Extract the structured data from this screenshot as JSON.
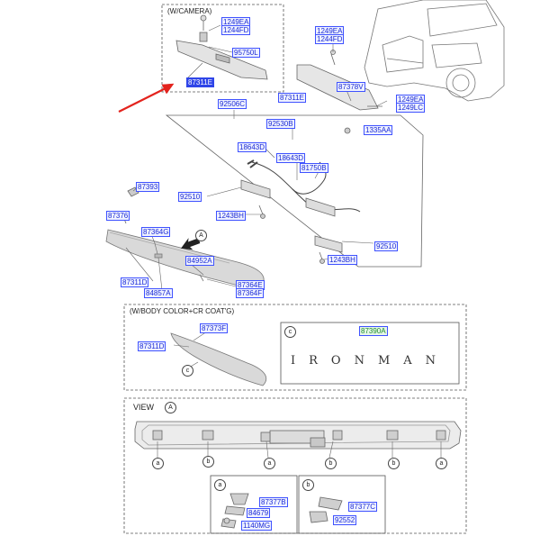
{
  "sections": {
    "camera": "(W/CAMERA)",
    "body_color": "(W/BODY COLOR+CR COAT'G)",
    "view": "VIEW"
  },
  "view_marker": "A",
  "circle_labels": {
    "a": "a",
    "b": "b",
    "c": "c",
    "A": "A"
  },
  "emblem_text": "IRONMAN",
  "part_labels": {
    "p1249ea_cam": "1249EA",
    "p1244fd_cam": "1244FD",
    "p95750l": "95750L",
    "p87311e_cam": "87311E",
    "p1249ea_top": "1249EA",
    "p1244fd_top": "1244FD",
    "p87311e": "87311E",
    "p87378v": "87378V",
    "p1249ea_r": "1249EA",
    "p1249lc": "1249LC",
    "p92506c": "92506C",
    "p1335aa": "1335AA",
    "p92530b": "92530B",
    "p18643d_1": "18643D",
    "p18643d_2": "18643D",
    "p81750b": "81750B",
    "p87393": "87393",
    "p92510_l": "92510",
    "p1243bh_l": "1243BH",
    "p87376": "87376",
    "p87364g": "87364G",
    "p92510_r": "92510",
    "p1243bh_r": "1243BH",
    "p84952a": "84952A",
    "p87311d": "87311D",
    "p84857a": "84857A",
    "p87364e": "87364E",
    "p87364f": "87364F",
    "p87373f": "87373F",
    "p87311d_2": "87311D",
    "p87390a": "87390A",
    "p87377b": "87377B",
    "p84679": "84679",
    "p1140mg": "1140MG",
    "p87377c": "87377C",
    "p92552": "92552"
  }
}
